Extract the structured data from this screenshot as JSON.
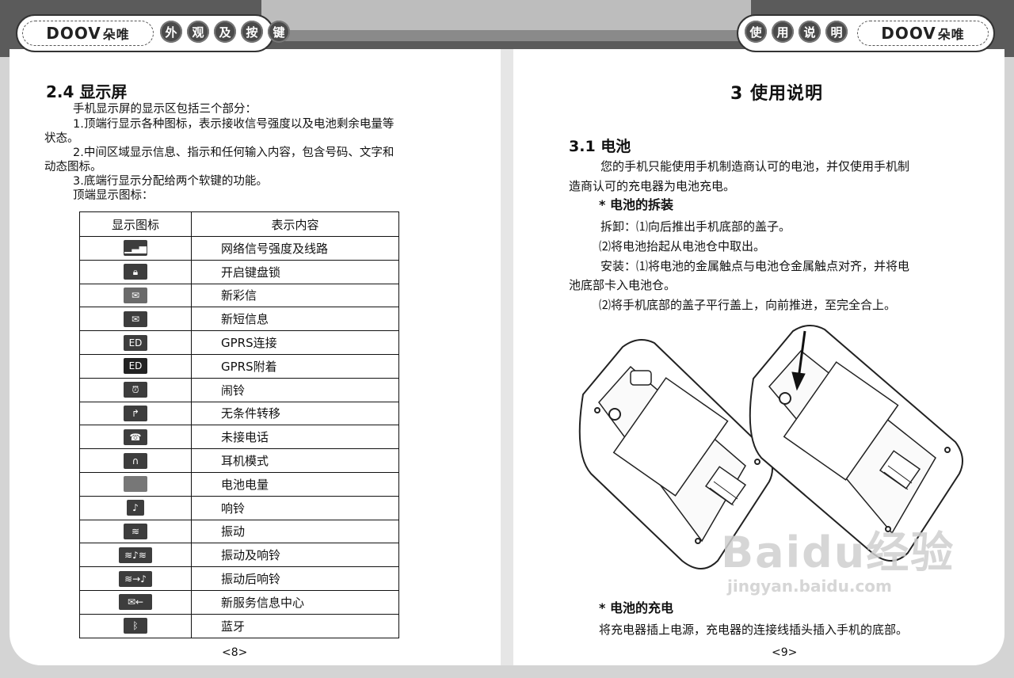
{
  "header": {
    "logo_left": "DOOV",
    "logo_left_cn": "朵唯",
    "left_chars": [
      "外",
      "观",
      "及",
      "按",
      "键"
    ],
    "right_chars": [
      "使",
      "用",
      "说",
      "明"
    ],
    "logo_right": "DOOV",
    "logo_right_cn": "朵唯"
  },
  "left_page": {
    "heading": "2.4 显示屏",
    "intro": "手机显示屏的显示区包括三个部分：",
    "item1_a": "1.顶端行显示各种图标，表示接收信号强度以及电池剩余电量等",
    "item1_b": "状态。",
    "item2_a": "2.中间区域显示信息、指示和任何输入内容，包含号码、文字和",
    "item2_b": "动态图标。",
    "item3": "3.底端行显示分配给两个软键的功能。",
    "item4": "顶端显示图标：",
    "table": {
      "col1": "显示图标",
      "col2": "表示内容",
      "rows": [
        {
          "icon": "signal-icon",
          "text": "网络信号强度及线路"
        },
        {
          "icon": "lock-icon",
          "text": "开启键盘锁"
        },
        {
          "icon": "mms-envelope-icon",
          "text": "新彩信"
        },
        {
          "icon": "sms-envelope-icon",
          "text": "新短信息"
        },
        {
          "icon": "gprs-connected-icon",
          "text": "GPRS连接"
        },
        {
          "icon": "gprs-attached-icon",
          "text": "GPRS附着"
        },
        {
          "icon": "alarm-clock-icon",
          "text": "闹铃"
        },
        {
          "icon": "call-forward-icon",
          "text": "无条件转移"
        },
        {
          "icon": "missed-call-icon",
          "text": "未接电话"
        },
        {
          "icon": "headset-icon",
          "text": "耳机模式"
        },
        {
          "icon": "battery-icon",
          "text": "电池电量"
        },
        {
          "icon": "ring-icon",
          "text": "响铃"
        },
        {
          "icon": "vibrate-icon",
          "text": "振动"
        },
        {
          "icon": "vibrate-ring-icon",
          "text": "振动及响铃"
        },
        {
          "icon": "vibrate-then-ring-icon",
          "text": "振动后响铃"
        },
        {
          "icon": "service-message-icon",
          "text": "新服务信息中心"
        },
        {
          "icon": "bluetooth-icon",
          "text": "蓝牙"
        }
      ]
    },
    "page_number": "<8>"
  },
  "right_page": {
    "title": "3  使用说明",
    "subheading": "3.1 电池",
    "p1_a": "您的手机只能使用手机制造商认可的电池，并仅使用手机制",
    "p1_b": "造商认可的充电器为电池充电。",
    "install_heading": "* 电池的拆装",
    "remove_1": "拆卸：⑴向后推出手机底部的盖子。",
    "remove_2": "⑵将电池抬起从电池仓中取出。",
    "install_1a": "安装：⑴将电池的金属触点与电池仓金属触点对齐，并将电",
    "install_1b": "池底部卡入电池仓。",
    "install_2": "⑵将手机底部的盖子平行盖上，向前推进，至完全合上。",
    "charge_heading": "* 电池的充电",
    "charge_text": "将充电器插上电源，充电器的连接线插头插入手机的底部。",
    "page_number": "<9>"
  },
  "watermark": {
    "text": "Baidu经验",
    "url": "jingyan.baidu.com"
  }
}
